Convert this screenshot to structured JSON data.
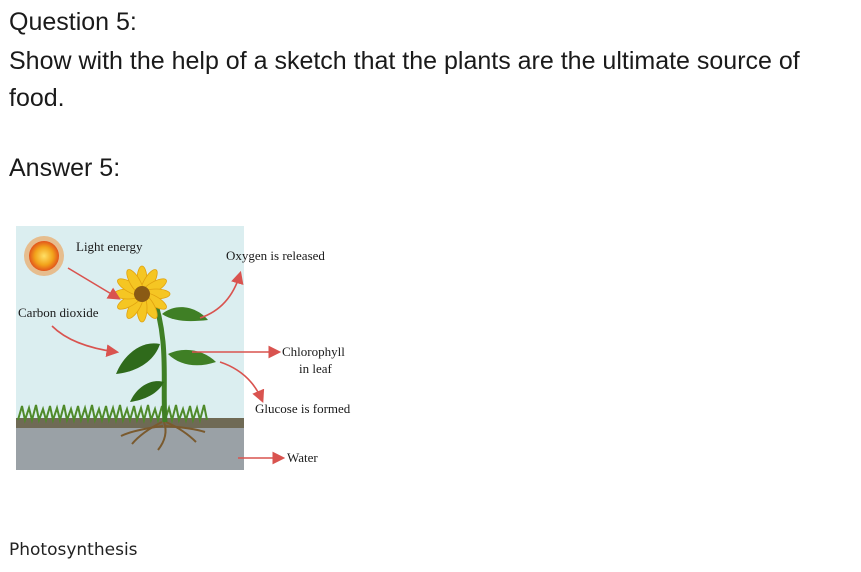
{
  "question": {
    "heading": "Question 5:",
    "text": "Show with the help of a sketch that the plants are the ultimate source of food."
  },
  "answer": {
    "heading": "Answer 5:"
  },
  "figure": {
    "labels": {
      "light_energy": "Light energy",
      "oxygen": "Oxygen is released",
      "carbon_dioxide": "Carbon dioxide",
      "chlorophyll_line1": "Chlorophyll",
      "chlorophyll_line2": "in leaf",
      "glucose": "Glucose is formed",
      "water": "Water"
    },
    "colors": {
      "sky": "#dbeef0",
      "soil": "#9aa1a6",
      "grass": "#4f8a2a",
      "arrow": "#d9534f",
      "sun": "#f2a31b",
      "flower": "#f5c623",
      "leaf": "#3f7f25"
    }
  },
  "caption": "Photosynthesis"
}
